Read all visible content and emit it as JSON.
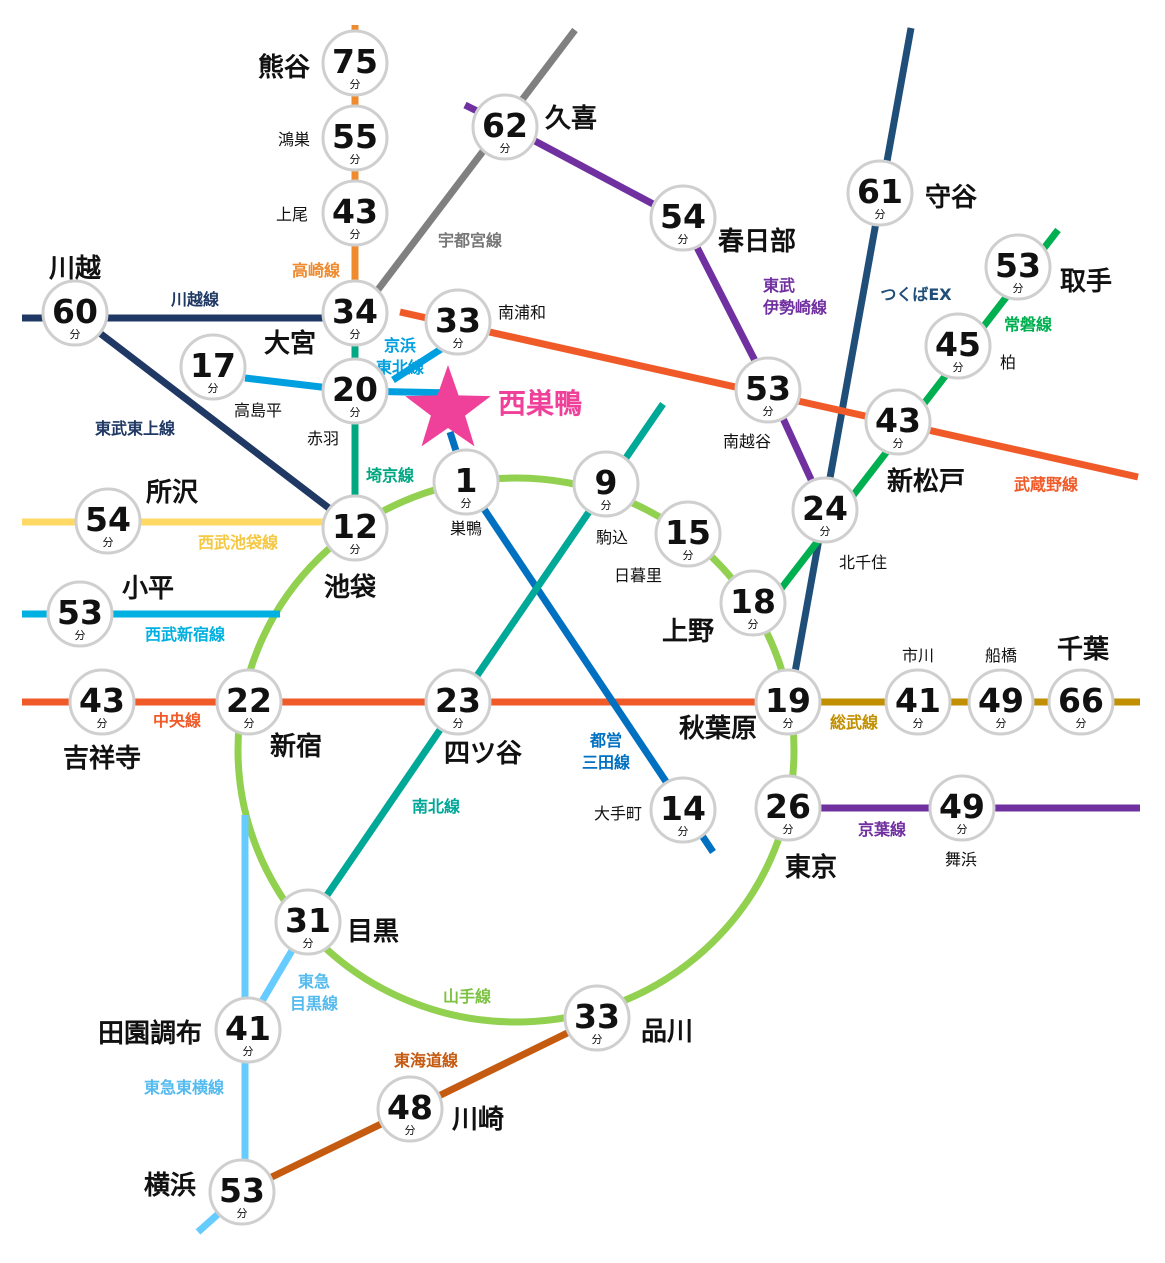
{
  "origin": {
    "name": "西巣鴨",
    "color": "#f0419a"
  },
  "minute_unit": "分",
  "lines": [
    {
      "id": "kawagoe",
      "name": "川越線",
      "color": "#1f3864"
    },
    {
      "id": "tobutojo",
      "name": "東武東上線",
      "color": "#1f3864"
    },
    {
      "id": "takasaki",
      "name": "高崎線",
      "color": "#ef8a2e"
    },
    {
      "id": "utsunomiya",
      "name": "宇都宮線",
      "color": "#808080"
    },
    {
      "id": "tobuisesaki",
      "name": "東武\n伊勢崎線",
      "color": "#7030a0"
    },
    {
      "id": "tsukuba",
      "name": "つくばEX",
      "color": "#1f4e79"
    },
    {
      "id": "joban",
      "name": "常磐線",
      "color": "#00b050"
    },
    {
      "id": "musashino",
      "name": "武蔵野線",
      "color": "#f05a28"
    },
    {
      "id": "keihintohoku",
      "name": "京浜\n東北線",
      "color": "#00a0e0"
    },
    {
      "id": "saikyo",
      "name": "埼京線",
      "color": "#00a882"
    },
    {
      "id": "seibuikebukuro",
      "name": "西武池袋線",
      "color": "#ffd966"
    },
    {
      "id": "seibushinjuku",
      "name": "西武新宿線",
      "color": "#00b0e0"
    },
    {
      "id": "chuo",
      "name": "中央線",
      "color": "#f05a28"
    },
    {
      "id": "sobu",
      "name": "総武線",
      "color": "#c09000"
    },
    {
      "id": "yamanote",
      "name": "山手線",
      "color": "#92d050"
    },
    {
      "id": "mita",
      "name": "都営\n三田線",
      "color": "#0070c0"
    },
    {
      "id": "nanboku",
      "name": "南北線",
      "color": "#00a898"
    },
    {
      "id": "keiyo",
      "name": "京葉線",
      "color": "#7030a0"
    },
    {
      "id": "tokyumeguro",
      "name": "東急\n目黒線",
      "color": "#66ccff"
    },
    {
      "id": "tokyutoyoko",
      "name": "東急東横線",
      "color": "#66ccff"
    },
    {
      "id": "tokaido",
      "name": "東海道線",
      "color": "#c55a11"
    }
  ],
  "stations": [
    {
      "name": "熊谷",
      "minutes": "75"
    },
    {
      "name": "鴻巣",
      "minutes": "55"
    },
    {
      "name": "上尾",
      "minutes": "43"
    },
    {
      "name": "大宮",
      "minutes": "34"
    },
    {
      "name": "川越",
      "minutes": "60"
    },
    {
      "name": "久喜",
      "minutes": "62"
    },
    {
      "name": "春日部",
      "minutes": "54"
    },
    {
      "name": "守谷",
      "minutes": "61"
    },
    {
      "name": "取手",
      "minutes": "53"
    },
    {
      "name": "柏",
      "minutes": "45"
    },
    {
      "name": "南浦和",
      "minutes": "33"
    },
    {
      "name": "高島平",
      "minutes": "17"
    },
    {
      "name": "赤羽",
      "minutes": "20"
    },
    {
      "name": "南越谷",
      "minutes": "53"
    },
    {
      "name": "新松戸",
      "minutes": "43"
    },
    {
      "name": "巣鴨",
      "minutes": "1"
    },
    {
      "name": "駒込",
      "minutes": "9"
    },
    {
      "name": "日暮里",
      "minutes": "15"
    },
    {
      "name": "北千住",
      "minutes": "24"
    },
    {
      "name": "所沢",
      "minutes": "54"
    },
    {
      "name": "池袋",
      "minutes": "12"
    },
    {
      "name": "小平",
      "minutes": "53"
    },
    {
      "name": "上野",
      "minutes": "18"
    },
    {
      "name": "吉祥寺",
      "minutes": "43"
    },
    {
      "name": "新宿",
      "minutes": "22"
    },
    {
      "name": "四ツ谷",
      "minutes": "23"
    },
    {
      "name": "秋葉原",
      "minutes": "19"
    },
    {
      "name": "市川",
      "minutes": "41"
    },
    {
      "name": "船橋",
      "minutes": "49"
    },
    {
      "name": "千葉",
      "minutes": "66"
    },
    {
      "name": "大手町",
      "minutes": "14"
    },
    {
      "name": "東京",
      "minutes": "26"
    },
    {
      "name": "舞浜",
      "minutes": "49"
    },
    {
      "name": "目黒",
      "minutes": "31"
    },
    {
      "name": "品川",
      "minutes": "33"
    },
    {
      "name": "田園調布",
      "minutes": "41"
    },
    {
      "name": "川崎",
      "minutes": "48"
    },
    {
      "name": "横浜",
      "minutes": "53"
    }
  ]
}
